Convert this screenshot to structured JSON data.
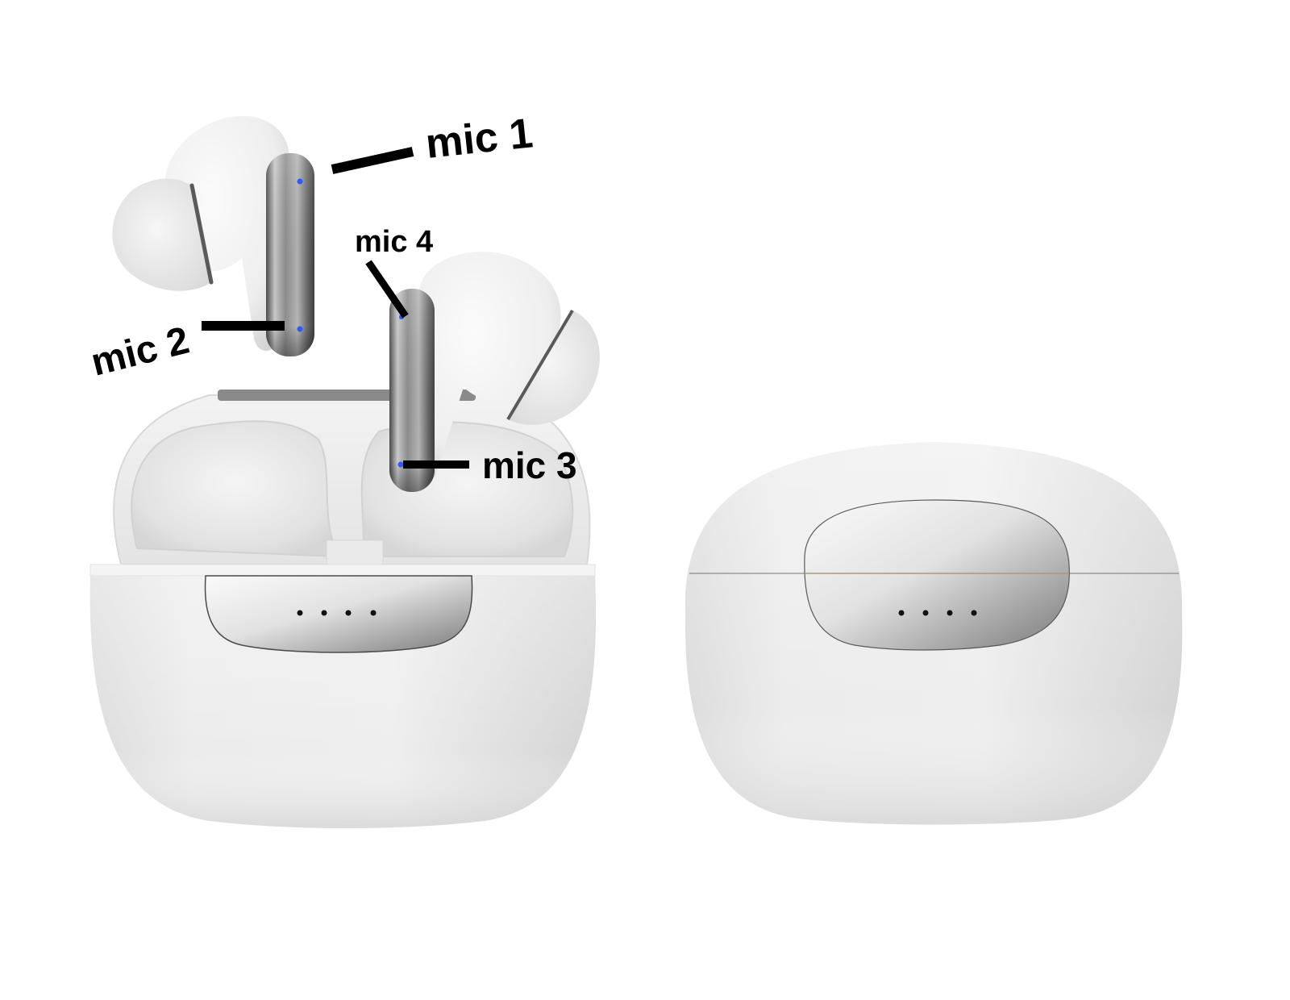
{
  "figure": {
    "subject": "TWS earbuds with charging case — microphone locations",
    "background_color": "#ffffff"
  },
  "callouts": [
    {
      "id": "mic1",
      "label": "mic 1",
      "location": "left earbud, top of stem (outer)"
    },
    {
      "id": "mic2",
      "label": "mic 2",
      "location": "left earbud, bottom of stem"
    },
    {
      "id": "mic3",
      "label": "mic 3",
      "location": "right earbud, bottom of stem"
    },
    {
      "id": "mic4",
      "label": "mic 4",
      "location": "right earbud, top of stem"
    }
  ],
  "objects": {
    "left_earbud": {
      "stem_finish": "chrome silver",
      "body_color": "#f2f2f2",
      "mic_dot_color": "#2a5bff"
    },
    "right_earbud": {
      "stem_finish": "chrome silver",
      "body_color": "#f2f2f2",
      "mic_dot_color": "#2a5bff"
    },
    "open_case": {
      "body_color": "#ededed",
      "panel_finish": "chrome silver",
      "indicator_dots": 4
    },
    "closed_case": {
      "body_color": "#ececec",
      "panel_finish": "chrome silver",
      "indicator_dots": 4
    }
  },
  "colors": {
    "callout_line": "#000000",
    "mic_dot": "#2a5bff",
    "case_white": "#ededed",
    "chrome_light": "#f4f4f4",
    "chrome_dark": "#6e6e6e"
  }
}
